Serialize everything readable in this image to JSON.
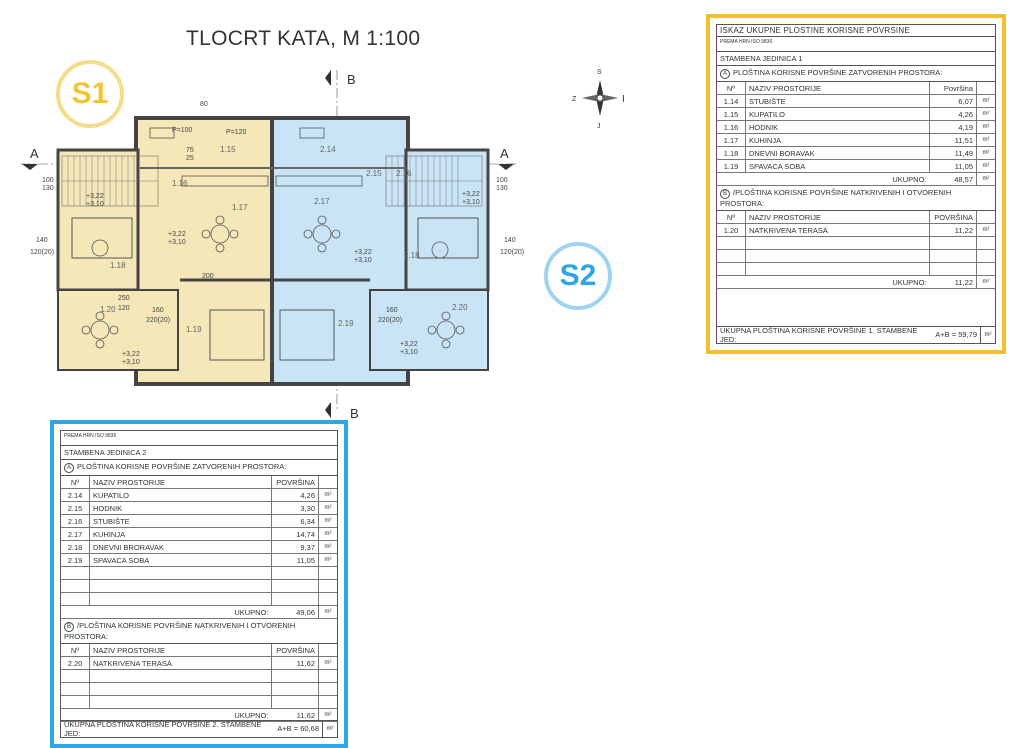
{
  "title": "TLOCRT KATA, M 1:100",
  "badges": {
    "s1": "S1",
    "s2": "S2"
  },
  "sections": {
    "a": "A",
    "b": "B"
  },
  "compass": {
    "n": "S",
    "e": "I",
    "w": "Z",
    "s": "J"
  },
  "plan": {
    "rooms_s1": [
      "1.15",
      "1.16",
      "1.17",
      "1.18",
      "1.19",
      "1.20"
    ],
    "rooms_s2": [
      "2.14",
      "2.15",
      "2.16",
      "2.17",
      "2.18",
      "2.19",
      "2.20"
    ],
    "levels": [
      "+3,22",
      "+3,10"
    ],
    "dims": [
      "100",
      "130",
      "140",
      "120(20)",
      "160",
      "220(20)",
      "250",
      "120",
      "80",
      "200",
      "P=100",
      "P=120",
      "75",
      "25"
    ]
  },
  "colors": {
    "s1_fill": "#f5e7b8",
    "s2_fill": "#c9e5f5",
    "yellow": "#f2c02b",
    "blue": "#2ea6e6"
  },
  "table1": {
    "header": "ISKAZ UKUPNE PLOSTINE KORISNE POVRSINE",
    "standard": "PREMA HRN ISO 9836",
    "unit": "STAMBENA JEDINICA 1",
    "section_a": {
      "mark": "A",
      "label": "PLOŠTINA KORISNE POVRŠINE ZATVORENIH PROSTORA:"
    },
    "cols": {
      "no": "Nº",
      "name": "NAZIV PROSTORIJE",
      "area": "Površina"
    },
    "rows_a": [
      {
        "no": "1.14",
        "name": "STUBIŠTE",
        "area": "6,07",
        "unit": "m²"
      },
      {
        "no": "1.15",
        "name": "KUPATILO",
        "area": "4,26",
        "unit": "m²"
      },
      {
        "no": "1.16",
        "name": "HODNIK",
        "area": "4,19",
        "unit": "m²"
      },
      {
        "no": "1.17",
        "name": "KUHINJA",
        "area": "11,51",
        "unit": "m²"
      },
      {
        "no": "1.18",
        "name": "DNEVNI BORAVAK",
        "area": "11,49",
        "unit": "m²"
      },
      {
        "no": "1.19",
        "name": "SPAVACA SOBA",
        "area": "11,05",
        "unit": "m²"
      }
    ],
    "sum_a": {
      "label": "UKUPNO:",
      "value": "48,57",
      "unit": "m²"
    },
    "section_b": {
      "mark": "B",
      "label": "/PLOŠTINA KORISNE POVRŠINE NATKRIVENIH I OTVORENIH PROSTORA:"
    },
    "cols_b": {
      "no": "Nº",
      "name": "NAZIV PROSTORIJE",
      "area": "POVRŠINA"
    },
    "rows_b": [
      {
        "no": "1.20",
        "name": "NATKRIVENA TERASA",
        "area": "11,22",
        "unit": "m²"
      }
    ],
    "sum_b": {
      "label": "UKUPNO:",
      "value": "11,22",
      "unit": "m²"
    },
    "total": {
      "label": "UKUPNA PLOŠTINA KORISNE POVRŠINE 1. STAMBENE JED:",
      "value": "A+B = 59,79",
      "unit": "m²"
    }
  },
  "table2": {
    "standard": "PREMA HRN ISO 9836",
    "unit": "STAMBENA JEDINICA 2",
    "section_a": {
      "mark": "A",
      "label": "PLOŠTINA KORISNE POVRŠINE ZATVORENIH PROSTORA:"
    },
    "cols": {
      "no": "Nº",
      "name": "NAZIV PROSTORIJE",
      "area": "POVRŠINA"
    },
    "rows_a": [
      {
        "no": "2.14",
        "name": "KUPATILO",
        "area": "4,26",
        "unit": "m²"
      },
      {
        "no": "2.15",
        "name": "HODNIK",
        "area": "3,30",
        "unit": "m²"
      },
      {
        "no": "2.16",
        "name": "STUBIŠTE",
        "area": "6,34",
        "unit": "m²"
      },
      {
        "no": "2.17",
        "name": "KUHINJA",
        "area": "14,74",
        "unit": "m²"
      },
      {
        "no": "2.18",
        "name": "DNEVNI BRORAVAK",
        "area": "9,37",
        "unit": "m²"
      },
      {
        "no": "2.19",
        "name": "SPAVACA SOBA",
        "area": "11,05",
        "unit": "m²"
      }
    ],
    "sum_a": {
      "label": "UKUPNO:",
      "value": "49,06",
      "unit": "m²"
    },
    "section_b": {
      "mark": "B",
      "label": "/PLOŠTINA KORISNE POVRŠINE NATKRIVENIH I OTVORENIH PROSTORA:"
    },
    "cols_b": {
      "no": "Nº",
      "name": "NAZIV PROSTORIJE",
      "area": "POVRŠINA"
    },
    "rows_b": [
      {
        "no": "2.20",
        "name": "NATKRIVENA TERASA",
        "area": "11,62",
        "unit": "m²"
      }
    ],
    "sum_b": {
      "label": "UKUPNO:",
      "value": "11,62",
      "unit": "m²"
    },
    "total": {
      "label": "UKUPNA PLOŠTINA KORISNE POVRŠINE 2. STAMBENE JED:",
      "value": "A+B = 60,68",
      "unit": "m²"
    }
  }
}
